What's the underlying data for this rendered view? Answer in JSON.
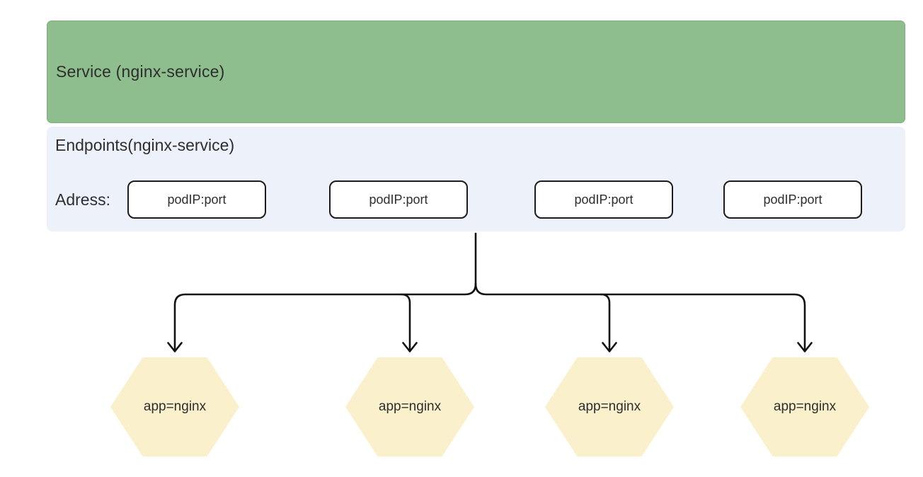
{
  "service": {
    "label": "Service (nginx-service)"
  },
  "endpoints": {
    "title": "Endpoints(nginx-service)",
    "address_label": "Adress:",
    "addresses": [
      "podIP:port",
      "podIP:port",
      "podIP:port",
      "podIP:port"
    ]
  },
  "pods": [
    "app=nginx",
    "app=nginx",
    "app=nginx",
    "app=nginx"
  ],
  "colors": {
    "service-fill": "#8ebe8d",
    "service-border": "#7bae7a",
    "endpoints-fill": "#edf1fa",
    "address-box-fill": "#ffffff",
    "address-box-border": "#1c1c1c",
    "pod-fill": "#faf0cb",
    "connector": "#111111",
    "text": "#2e2e2e"
  }
}
